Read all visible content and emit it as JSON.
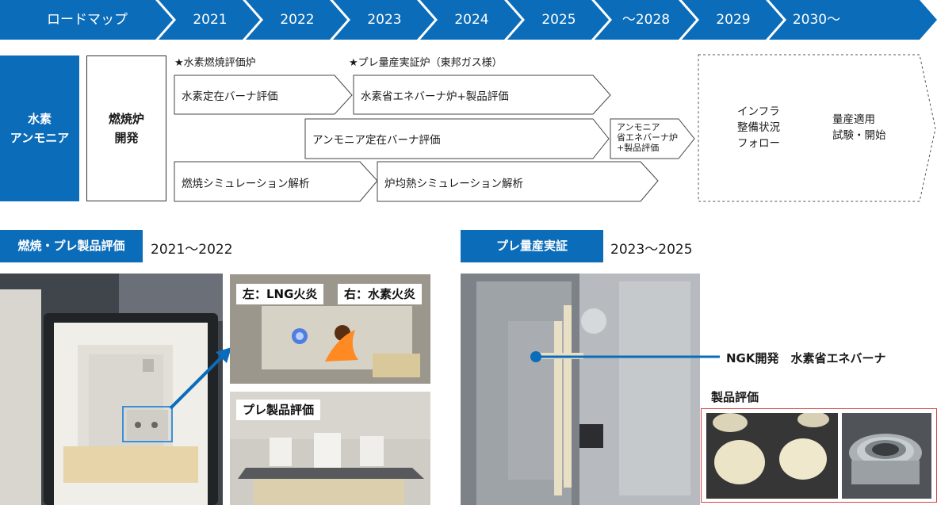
{
  "header": {
    "items": [
      "ロードマップ",
      "2021",
      "2022",
      "2023",
      "2024",
      "2025",
      "～2028",
      "2029",
      "2030～"
    ],
    "color": "#0b6cb9"
  },
  "roadmap": {
    "category": [
      "水素",
      "アンモニア"
    ],
    "subcategory": [
      "燃焼炉",
      "開発"
    ],
    "star_2021": "★水素燃焼評価炉",
    "star_2023": "★プレ量産実証炉（東邦ガス様）",
    "bars": {
      "h2_burner": "水素定在バーナ評価",
      "h2_saving_furnace": "水素省エネバーナ炉+製品評価",
      "nh3_burner": "アンモニア定在バーナ評価",
      "nh3_saving_furnace": [
        "アンモニア",
        "省エネバーナ炉",
        "+製品評価"
      ],
      "combustion_sim": "燃焼シミュレーション解析",
      "furnace_sim": "炉均熱シミュレーション解析"
    },
    "future": {
      "infra": [
        "インフラ",
        "整備状況",
        "フォロー"
      ],
      "mass": [
        "量産適用",
        "試験・開始"
      ]
    }
  },
  "section_left": {
    "badge": "燃焼・プレ製品評価",
    "years": "2021～2022",
    "photo_top_left_label": "左：LNG火炎",
    "photo_top_right_label": "右：水素火炎",
    "photo_bottom_label": "プレ製品評価"
  },
  "section_right": {
    "badge": "プレ量産実証",
    "years": "2023～2025",
    "callout": "NGK開発　水素省エネバーナ",
    "product_label": "製品評価",
    "frame_color": "#d94040"
  }
}
